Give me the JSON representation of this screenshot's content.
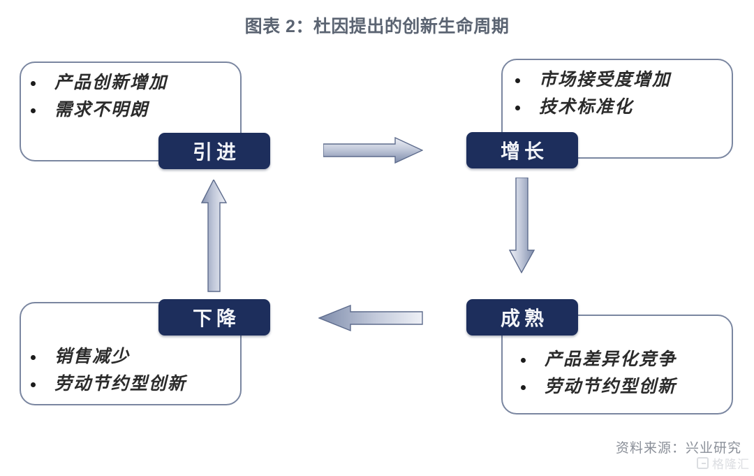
{
  "title": "图表 2：杜因提出的创新生命周期",
  "stages": [
    {
      "key": "introduction",
      "label": "引进",
      "bullets": [
        "产品创新增加",
        "需求不明朗"
      ]
    },
    {
      "key": "growth",
      "label": "增长",
      "bullets": [
        "市场接受度增加",
        "技术标准化"
      ]
    },
    {
      "key": "maturity",
      "label": "成熟",
      "bullets": [
        "产品差异化竞争",
        "劳动节约型创新"
      ]
    },
    {
      "key": "decline",
      "label": "下降",
      "bullets": [
        "销售减少",
        "劳动节约型创新"
      ]
    }
  ],
  "arrows": [
    {
      "name": "arrow-introduction-to-growth",
      "direction": "right"
    },
    {
      "name": "arrow-growth-to-maturity",
      "direction": "down"
    },
    {
      "name": "arrow-maturity-to-decline",
      "direction": "left"
    },
    {
      "name": "arrow-decline-to-introduction",
      "direction": "up"
    }
  ],
  "source_note": "资料来源：兴业研究",
  "watermark": "格隆汇",
  "colors": {
    "stage_label_bg": "#1d2e5c",
    "stage_label_text": "#f2f4f8",
    "box_border": "#7a86a0",
    "title_text": "#5b6472",
    "arrow_light": "#e8ebf2",
    "arrow_dark": "#6d7da0",
    "source_text": "#8a8f98",
    "background": "#ffffff"
  }
}
